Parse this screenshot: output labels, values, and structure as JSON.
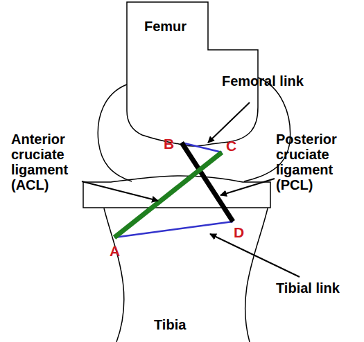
{
  "diagram": {
    "labels": [
      "Femur",
      "Femoral link",
      "Anterior cruciate ligament (ACL)",
      "Posterior cruciate ligament (PCL)",
      "B",
      "C",
      "A",
      "D",
      "Tibial link",
      "Tibia"
    ]
  }
}
